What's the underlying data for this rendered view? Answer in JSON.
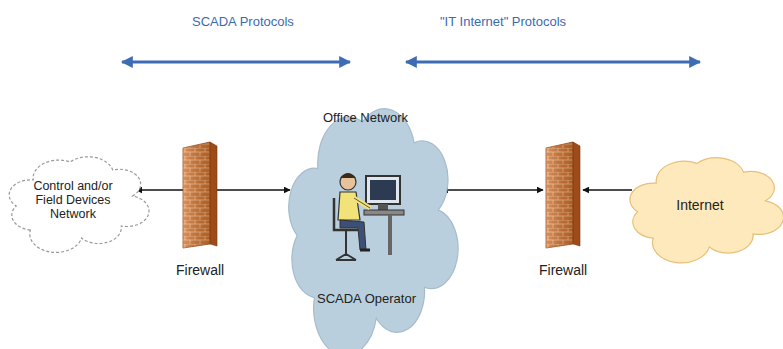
{
  "diagram": {
    "nodes": [
      {
        "text": [
          "Control and/or Field Devices Network"
        ]
      },
      {
        "text": [
          "Firewall"
        ]
      },
      {
        "text": [
          "Office Network",
          "SCADA Operator"
        ]
      },
      {
        "text": [
          "Firewall"
        ]
      },
      {
        "text": [
          "Internet"
        ]
      }
    ],
    "edges": [
      {
        "from": 0,
        "to": 2,
        "arrow": "both"
      },
      {
        "from": 2,
        "to": 3,
        "arrow": "both"
      },
      {
        "from": 4,
        "to": 3,
        "arrow": "to"
      }
    ],
    "labels": [
      "SCADA Protocols",
      "\"IT Internet\" Protocols"
    ]
  }
}
